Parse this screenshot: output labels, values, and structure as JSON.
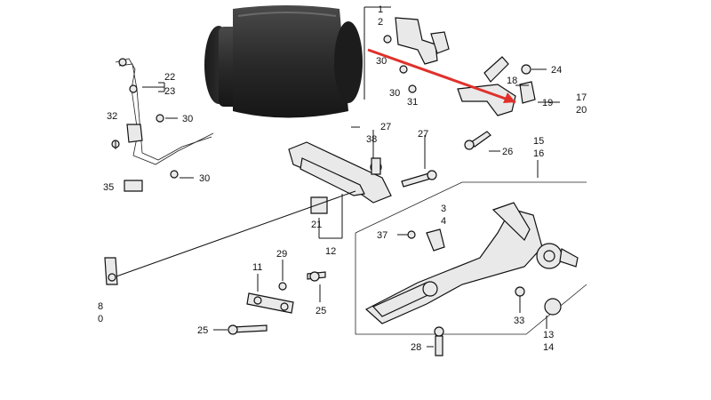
{
  "colors": {
    "highlight": "#e0302a",
    "ink": "#111111",
    "bushing": "#2b2b2b"
  },
  "callouts": [
    {
      "id": "c1",
      "text": "1"
    },
    {
      "id": "c2",
      "text": "2"
    },
    {
      "id": "c30a",
      "text": "30"
    },
    {
      "id": "c30b",
      "text": "30"
    },
    {
      "id": "c31",
      "text": "31"
    },
    {
      "id": "c24",
      "text": "24"
    },
    {
      "id": "c18",
      "text": "18"
    },
    {
      "id": "c19",
      "text": "19"
    },
    {
      "id": "c17",
      "text": "17"
    },
    {
      "id": "c20",
      "text": "20"
    },
    {
      "id": "c22",
      "text": "22"
    },
    {
      "id": "c23",
      "text": "23"
    },
    {
      "id": "c32",
      "text": "32"
    },
    {
      "id": "c30c",
      "text": "30"
    },
    {
      "id": "c30d",
      "text": "30"
    },
    {
      "id": "c35",
      "text": "35"
    },
    {
      "id": "c27a",
      "text": "27"
    },
    {
      "id": "c38",
      "text": "38"
    },
    {
      "id": "c27b",
      "text": "27"
    },
    {
      "id": "c26a",
      "text": "26"
    },
    {
      "id": "c15",
      "text": "15"
    },
    {
      "id": "c16",
      "text": "16"
    },
    {
      "id": "c3",
      "text": "3"
    },
    {
      "id": "c4",
      "text": "4"
    },
    {
      "id": "c37",
      "text": "37"
    },
    {
      "id": "c21",
      "text": "21"
    },
    {
      "id": "c12",
      "text": "12"
    },
    {
      "id": "c29",
      "text": "29"
    },
    {
      "id": "c11",
      "text": "11"
    },
    {
      "id": "c25a",
      "text": "25"
    },
    {
      "id": "c25b",
      "text": "25"
    },
    {
      "id": "c33",
      "text": "33"
    },
    {
      "id": "c13",
      "text": "13"
    },
    {
      "id": "c14",
      "text": "14"
    },
    {
      "id": "c28",
      "text": "28"
    },
    {
      "id": "c8",
      "text": "8"
    },
    {
      "id": "c10",
      "text": "0"
    }
  ]
}
